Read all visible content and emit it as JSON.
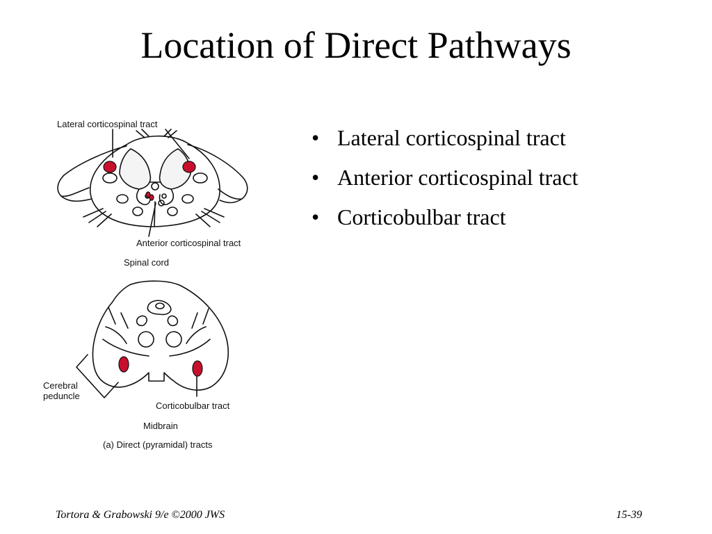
{
  "slide": {
    "title": "Location of Direct Pathways",
    "bullets": [
      "Lateral corticospinal tract",
      "Anterior corticospinal tract",
      "Corticobulbar tract"
    ],
    "bullet_glyph": "•"
  },
  "figure": {
    "labels": {
      "lateral_corticospinal": "Lateral corticospinal tract",
      "anterior_corticospinal": "Anterior corticospinal tract",
      "spinal_cord": "Spinal cord",
      "cerebral_peduncle_1": "Cerebral",
      "cerebral_peduncle_2": "peduncle",
      "corticobulbar": "Corticobulbar tract",
      "midbrain": "Midbrain",
      "caption": "(a) Direct (pyramidal) tracts"
    },
    "colors": {
      "tract": "#c8102e",
      "line": "#111111"
    }
  },
  "footer": {
    "left": "Tortora & Grabowski 9/e ©2000 JWS",
    "right": "15-39"
  }
}
